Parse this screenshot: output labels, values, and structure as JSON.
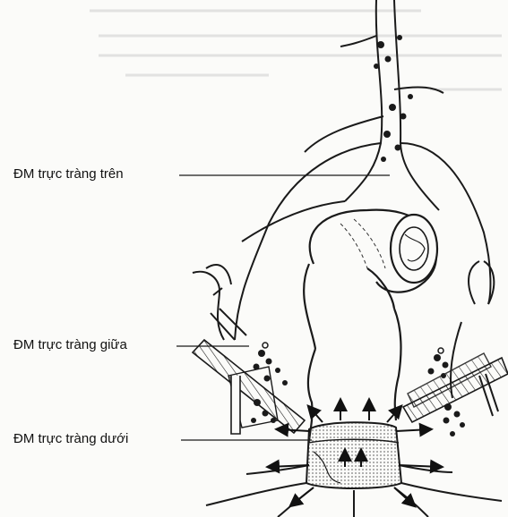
{
  "labels": {
    "superior": "ĐM trực tràng trên",
    "middle": "ĐM trực tràng giữa",
    "inferior": "ĐM trực tràng dưới"
  },
  "colors": {
    "ink": "#1a1a1a",
    "paper": "#fbfbf9",
    "stipple": "#9a9a9a"
  }
}
